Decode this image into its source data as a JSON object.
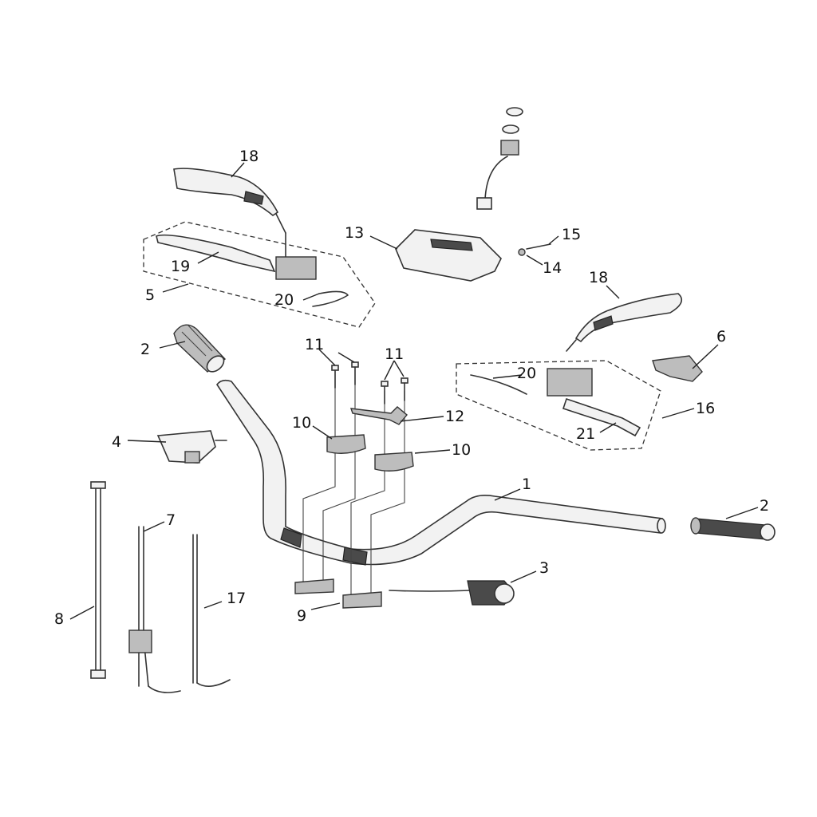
{
  "callouts": {
    "c1": "1",
    "c2a": "2",
    "c2b": "2",
    "c3": "3",
    "c4": "4",
    "c5": "5",
    "c6": "6",
    "c7": "7",
    "c8": "8",
    "c9": "9",
    "c10a": "10",
    "c10b": "10",
    "c11a": "11",
    "c11b": "11",
    "c12": "12",
    "c13": "13",
    "c14": "14",
    "c15": "15",
    "c16": "16",
    "c17": "17",
    "c18a": "18",
    "c18b": "18",
    "c19": "19",
    "c20a": "20",
    "c20b": "20",
    "c21": "21"
  }
}
